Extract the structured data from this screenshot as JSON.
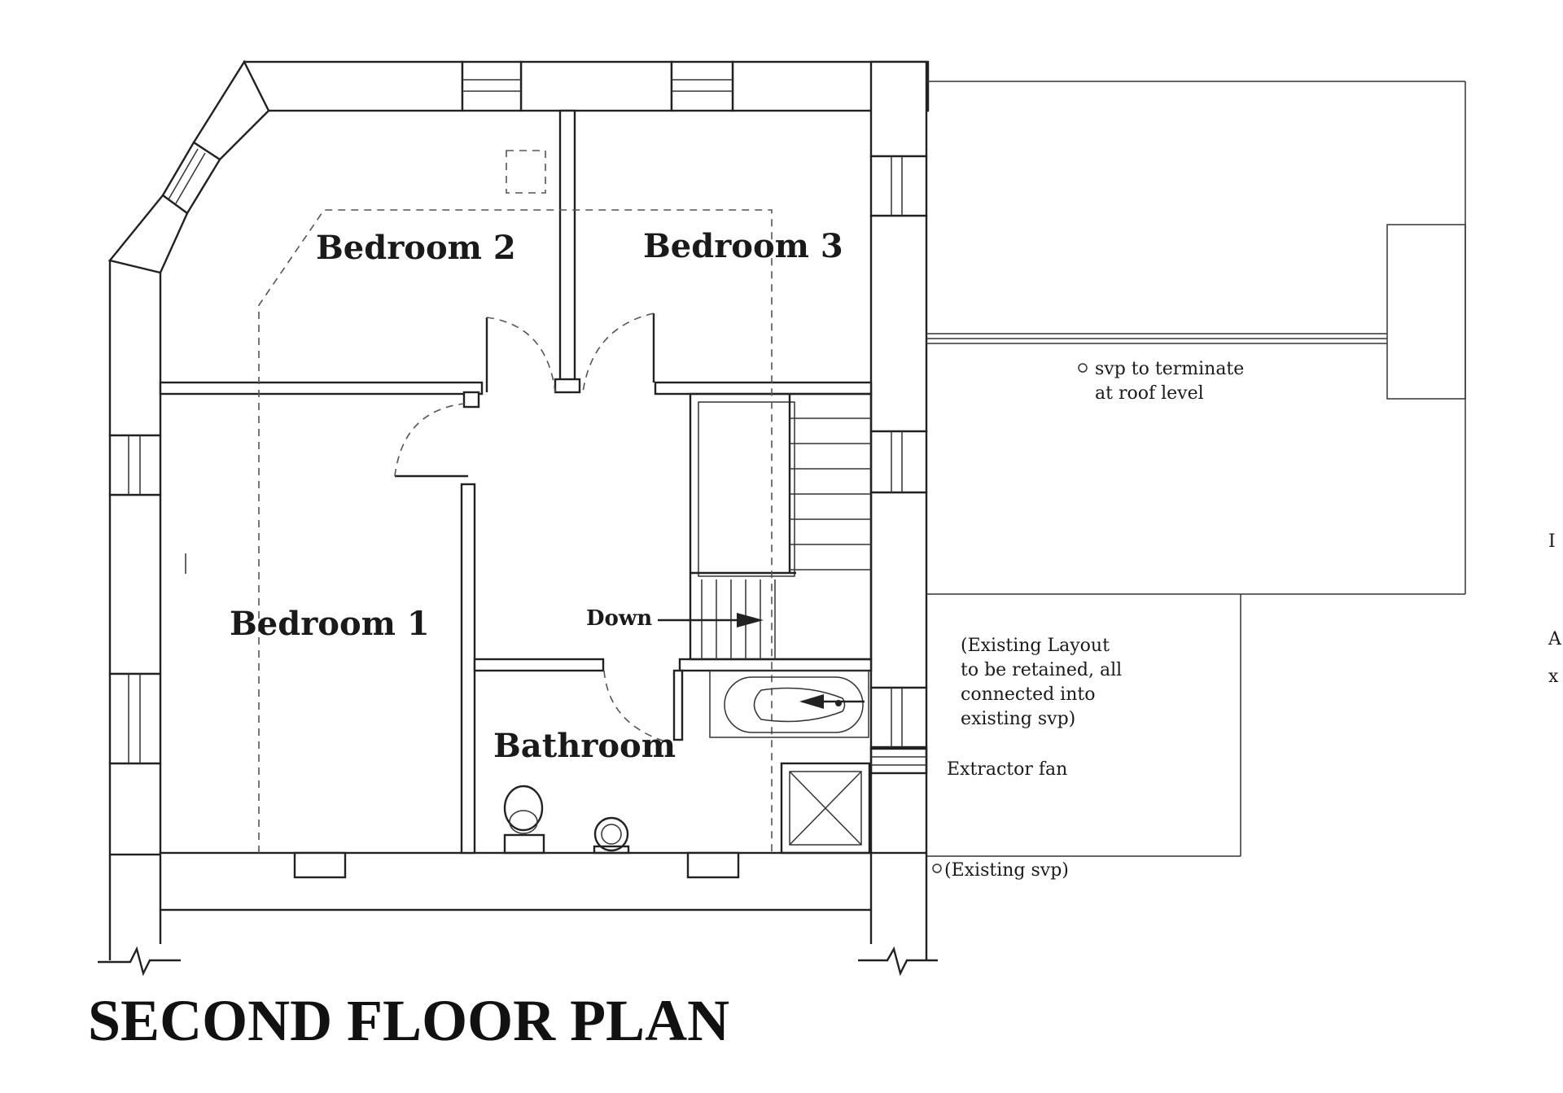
{
  "rooms": {
    "bedroom1": "Bedroom 1",
    "bedroom2": "Bedroom 2",
    "bedroom3": "Bedroom 3",
    "bathroom": "Bathroom"
  },
  "stairs_label": "Down",
  "notes": {
    "svp_terminate_1": "svp to terminate",
    "svp_terminate_2": "at roof level",
    "existing_layout_1": "(Existing Layout",
    "existing_layout_2": "to be retained, all",
    "existing_layout_3": "connected into",
    "existing_layout_4": "existing svp)",
    "extractor_fan": "Extractor fan",
    "existing_svp": "(Existing svp)"
  },
  "edge_fragments": {
    "a": "I",
    "b": "A",
    "c": "x"
  },
  "title": "SECOND FLOOR PLAN"
}
